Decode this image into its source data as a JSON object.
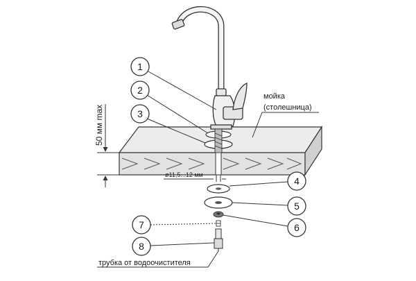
{
  "callouts": [
    "1",
    "2",
    "3",
    "4",
    "5",
    "6",
    "7",
    "8"
  ],
  "labels": {
    "sink_line1": "мойка",
    "sink_line2": "(столешница)",
    "height_dim": "50 мм max",
    "diameter": "ø11,5...12 мм",
    "tube": "трубка от водоочистителя"
  },
  "colors": {
    "stroke": "#333333",
    "counter_fill": "#e2e2e2",
    "faucet_fill": "#f4f4f4"
  }
}
